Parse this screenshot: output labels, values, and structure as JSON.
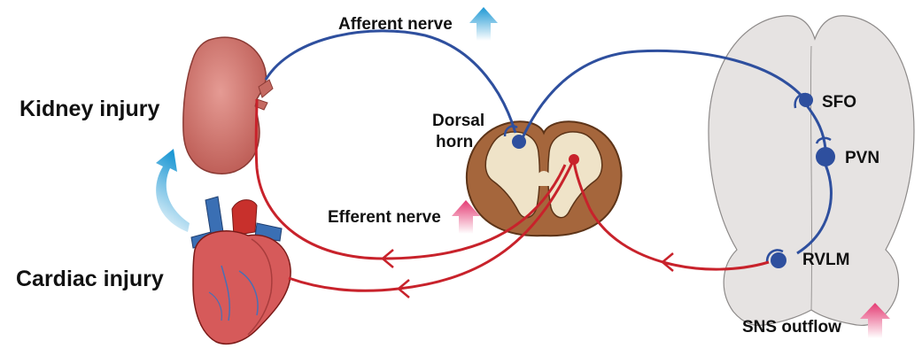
{
  "labels": {
    "kidney_injury": "Kidney injury",
    "cardiac_injury": "Cardiac injury",
    "afferent_nerve": "Afferent nerve",
    "efferent_nerve": "Efferent nerve",
    "dorsal_horn_line1": "Dorsal",
    "dorsal_horn_line2": "horn",
    "sfo": "SFO",
    "pvn": "PVN",
    "rvlm": "RVLM",
    "sns_outflow": "SNS outflow"
  },
  "colors": {
    "afferent_pathway": "#2e4f9e",
    "efferent_pathway": "#c8222b",
    "increase_arrow_blue": "#29a3d6",
    "increase_arrow_pink": "#e8437a",
    "brain": "#e6e3e2",
    "spinal_gray_matter": "#efe3c8",
    "spinal_white_matter": "#a5663c",
    "kidney": "#d87c74"
  },
  "icons": [
    "kidney-icon",
    "heart-icon",
    "spinal-cord-icon",
    "brain-icon",
    "up-arrow-icon",
    "curved-arrow-icon"
  ]
}
